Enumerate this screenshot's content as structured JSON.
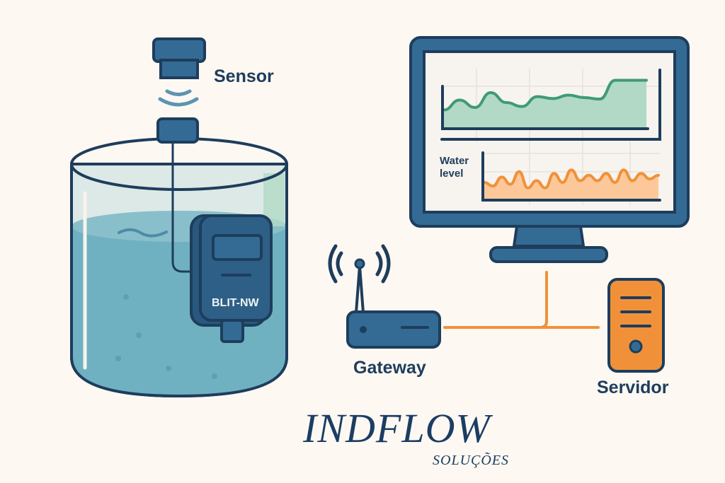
{
  "labels": {
    "sensor": "Sensor",
    "device": "BLIT-NW",
    "gateway": "Gateway",
    "server": "Servidor",
    "water_level": "Water level"
  },
  "brand": {
    "name": "INDFLOW",
    "subtitle": "SOLUÇÕES"
  },
  "icons": [
    "ultrasonic-sensor-icon",
    "tank-icon",
    "transmitter-device-icon",
    "router-icon",
    "monitor-icon",
    "server-icon",
    "wifi-signal-icon"
  ],
  "colors": {
    "background": "#fdf8f2",
    "navy": "#1e3d5c",
    "steel_blue": "#336b94",
    "water": "#6fb1c1",
    "orange": "#f0913a",
    "green_line": "#3f9a78",
    "green_fill": "#b2d9c5",
    "orange_fill": "#fcc89a"
  },
  "monitor": {
    "top_chart": {
      "series": "green",
      "shape": [
        0.35,
        0.55,
        0.4,
        0.7,
        0.5,
        0.42,
        0.62,
        0.58,
        0.65,
        0.6,
        0.57,
        0.95,
        0.95,
        0.95
      ]
    },
    "bottom_chart": {
      "series": "orange",
      "label": "Water level",
      "shape": [
        0.45,
        0.35,
        0.6,
        0.4,
        0.75,
        0.3,
        0.5,
        0.3,
        0.7,
        0.45,
        0.8,
        0.5,
        0.65,
        0.5,
        0.7,
        0.45,
        0.8,
        0.5,
        0.7,
        0.55,
        0.65
      ]
    }
  }
}
